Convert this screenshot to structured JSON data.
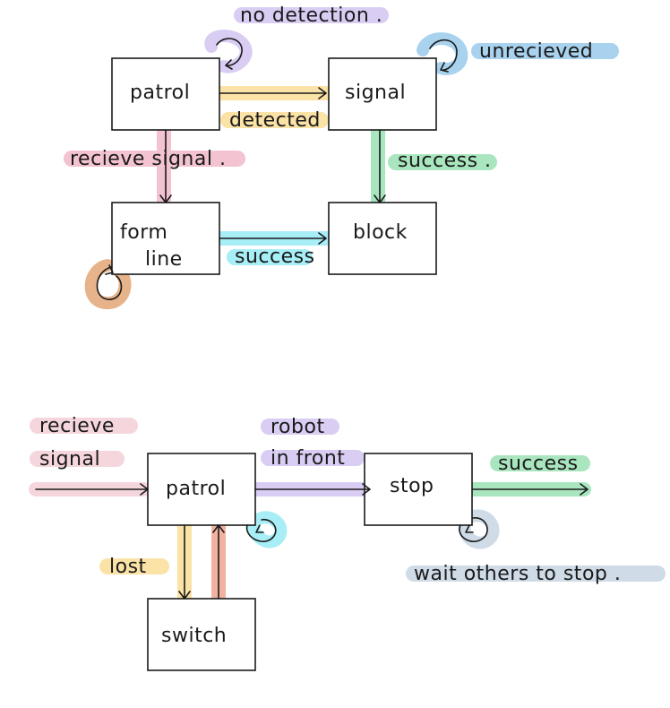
{
  "colors": {
    "purple": "#d9cdf4",
    "blue": "#a8d2ee",
    "yellow": "#fbe2a6",
    "pink": "#f3c3d1",
    "green": "#a9e6bf",
    "cyan": "#a7eef7",
    "orange": "#e7b38a",
    "salmon": "#f2b2a2",
    "slate": "#cfdbe6",
    "pinklight": "#f5d6dd"
  },
  "diagram1": {
    "nodes": {
      "patrol": "patrol",
      "signal": "signal",
      "form_line": [
        "form",
        "line"
      ],
      "block": "block"
    },
    "edges": {
      "no_detection": "no detection .",
      "unrecieved": "unrecieved",
      "detected": "detected",
      "recieve_signal": "recieve signal .",
      "success_signal_block": "success .",
      "success_form_block": "success"
    }
  },
  "diagram2": {
    "nodes": {
      "patrol": "patrol",
      "stop": "stop",
      "switch": "switch"
    },
    "edges": {
      "recieve_signal": [
        "recieve",
        "signal"
      ],
      "robot_in_front": [
        "robot",
        "in front"
      ],
      "success": "success",
      "lost": "lost",
      "wait_others": "wait others to stop ."
    }
  }
}
